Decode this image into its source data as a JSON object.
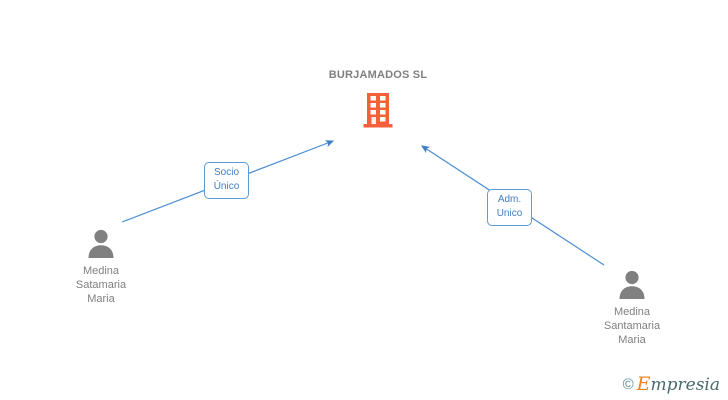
{
  "company": {
    "name": "BURJAMADOS SL",
    "icon": "building-icon",
    "icon_color": "#f4603a"
  },
  "people": [
    {
      "id": "person-left",
      "name": "Medina\nSatamaria\nMaria",
      "icon": "person-icon",
      "icon_color": "#808080"
    },
    {
      "id": "person-right",
      "name": "Medina\nSantamaria\nMaria",
      "icon": "person-icon",
      "icon_color": "#808080"
    }
  ],
  "relations": [
    {
      "id": "relation-socio-unico",
      "label": "Socio\nÚnico",
      "from": "person-left",
      "to": "company",
      "color": "#5a9bd8"
    },
    {
      "id": "relation-adm-unico",
      "label": "Adm.\nUnico",
      "from": "person-right",
      "to": "company",
      "color": "#5a9bd8"
    }
  ],
  "watermark": {
    "copyright": "©",
    "brand_initial": "E",
    "brand_rest": "mpresia",
    "brand_initial_color": "#f0821e",
    "brand_rest_color": "#4a6b6b"
  },
  "theme": {
    "background": "#ffffff",
    "text_gray": "#808080",
    "link_blue": "#5a9bd8",
    "label_text_blue": "#3d7ec4",
    "company_orange": "#f4603a"
  }
}
